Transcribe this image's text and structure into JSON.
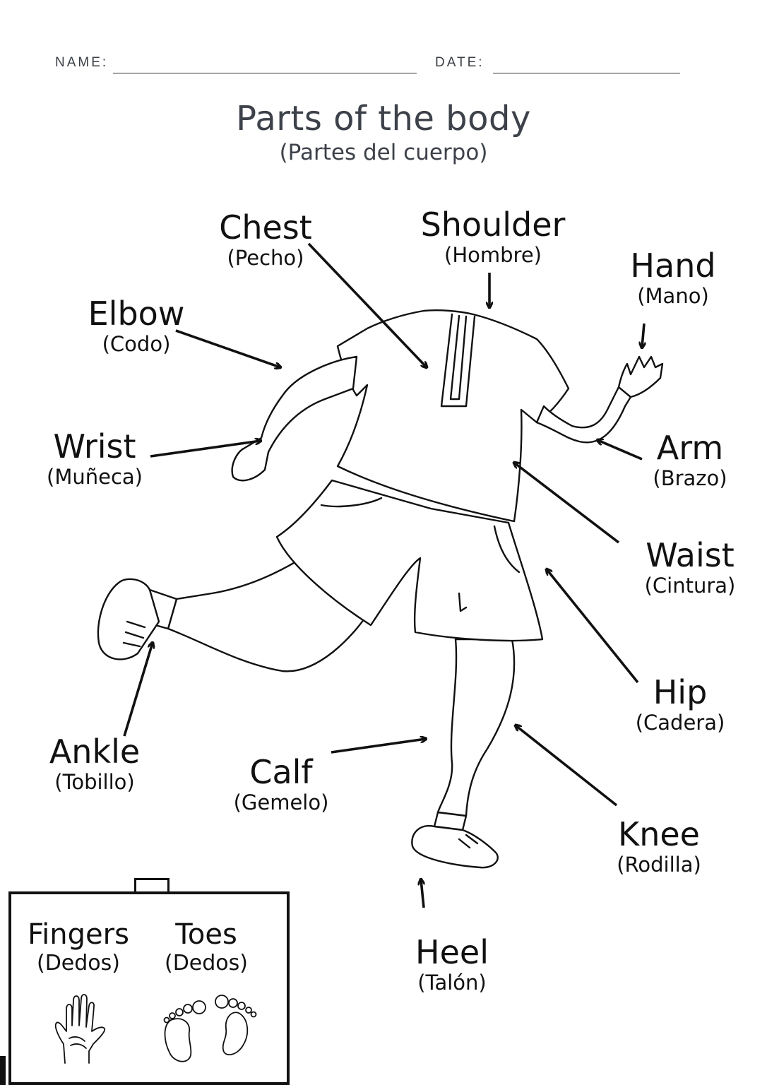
{
  "header": {
    "name_label": "NAME:",
    "date_label": "DATE:"
  },
  "title": "Parts of the body",
  "subtitle": "(Partes del cuerpo)",
  "labels": {
    "chest": {
      "en": "Chest",
      "es": "(Pecho)"
    },
    "shoulder": {
      "en": "Shoulder",
      "es": "(Hombre)"
    },
    "hand": {
      "en": "Hand",
      "es": "(Mano)"
    },
    "elbow": {
      "en": "Elbow",
      "es": "(Codo)"
    },
    "wrist": {
      "en": "Wrist",
      "es": "(Muñeca)"
    },
    "arm": {
      "en": "Arm",
      "es": "(Brazo)"
    },
    "waist": {
      "en": "Waist",
      "es": "(Cintura)"
    },
    "hip": {
      "en": "Hip",
      "es": "(Cadera)"
    },
    "ankle": {
      "en": "Ankle",
      "es": "(Tobillo)"
    },
    "calf": {
      "en": "Calf",
      "es": "(Gemelo)"
    },
    "knee": {
      "en": "Knee",
      "es": "(Rodilla)"
    },
    "heel": {
      "en": "Heel",
      "es": "(Talón)"
    }
  },
  "board": {
    "fingers": {
      "en": "Fingers",
      "es": "(Dedos)",
      "icon": "hand-icon"
    },
    "toes": {
      "en": "Toes",
      "es": "(Dedos)",
      "icon": "footprints-icon"
    }
  }
}
